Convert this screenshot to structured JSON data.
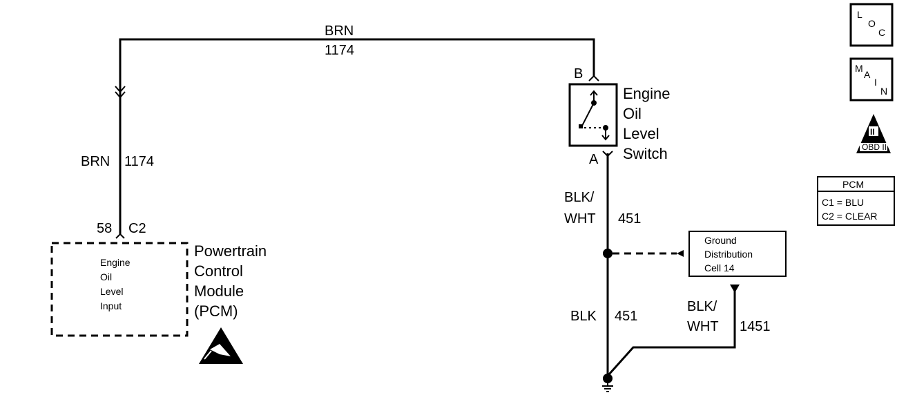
{
  "wires": {
    "top": {
      "color": "BRN",
      "circuit": "1174"
    },
    "left": {
      "color": "BRN",
      "circuit": "1174"
    },
    "switch_to_splice": {
      "color_line1": "BLK/",
      "color_line2": "WHT",
      "circuit": "451"
    },
    "splice_to_ground": {
      "color": "BLK",
      "circuit": "451"
    },
    "ground_branch": {
      "color_line1": "BLK/",
      "color_line2": "WHT",
      "circuit": "1451"
    }
  },
  "pcm_connector": {
    "pin": "58",
    "connector": "C2"
  },
  "pcm_module": {
    "name_lines": [
      "Powertrain",
      "Control",
      "Module",
      "(PCM)"
    ],
    "input_lines": [
      "Engine",
      "Oil",
      "Level",
      "Input"
    ]
  },
  "switch": {
    "name_lines": [
      "Engine",
      "Oil",
      "Level",
      "Switch"
    ],
    "terminal_top": "B",
    "terminal_bottom": "A"
  },
  "ground_ref": {
    "lines": [
      "Ground",
      "Distribution",
      "Cell 14"
    ]
  },
  "badges": {
    "loc": [
      "L",
      "O",
      "C"
    ],
    "main": [
      "M",
      "A",
      "I",
      "N"
    ],
    "obd": {
      "numeral": "II",
      "label": "OBD II"
    }
  },
  "connector_legend": {
    "title": "PCM",
    "rows": [
      "C1 = BLU",
      "C2 = CLEAR"
    ]
  }
}
